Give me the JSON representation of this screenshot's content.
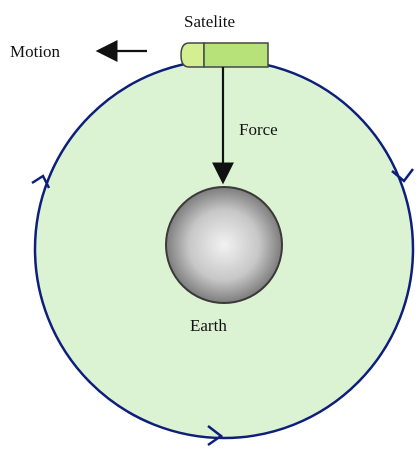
{
  "labels": {
    "satellite": "Satelite",
    "motion": "Motion",
    "force": "Force",
    "earth": "Earth"
  },
  "colors": {
    "orbit_fill": "#dcf3d3",
    "orbit_stroke": "#0d1f7a",
    "satellite_body": "#b7e27a",
    "satellite_cap": "#d4ee92",
    "satellite_stroke": "#444444",
    "earth_center": "#f2f2f2",
    "earth_edge": "#6a6a6a",
    "arrow": "#111111"
  },
  "icons": {
    "satellite": "satellite-icon",
    "earth": "earth-icon"
  }
}
